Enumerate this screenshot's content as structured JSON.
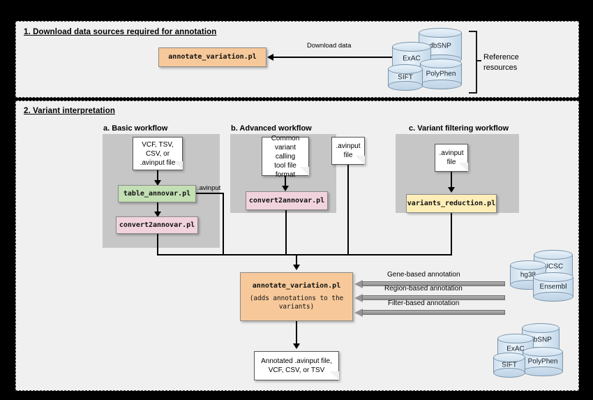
{
  "figure": {
    "background": "#000000",
    "panel_background": "#f0f0f0",
    "workflow_panel_background": "#c6c6c6"
  },
  "section1": {
    "title": "1. Download data sources required for annotation",
    "process": {
      "label": "annotate_variation.pl",
      "color": "#f7c99a"
    },
    "edge_label": "Download data",
    "bracket_label_line1": "Reference",
    "bracket_label_line2": "resources",
    "databases": [
      {
        "name": "dbSNP"
      },
      {
        "name": "ExAC"
      },
      {
        "name": "PolyPhen"
      },
      {
        "name": "SIFT"
      }
    ]
  },
  "section2": {
    "title": "2. Variant interpretation",
    "workflows": [
      {
        "title": "a. Basic workflow",
        "note": "VCF, TSV,\nCSV, or\n.avinput file",
        "boxes": [
          {
            "label": "table_annovar.pl",
            "color": "#c3dfb4"
          },
          {
            "label": "convert2annovar.pl",
            "color": "#f1d3de"
          }
        ],
        "edge_label": ".avinput"
      },
      {
        "title": "b. Advanced workflow",
        "note": "Common\nvariant calling\ntool file\nformat",
        "boxes": [
          {
            "label": "convert2annovar.pl",
            "color": "#f1d3de"
          }
        ],
        "side_note": ".avinput\nfile"
      },
      {
        "title": "c. Variant filtering workflow",
        "note": ".avinput\nfile",
        "boxes": [
          {
            "label": "variants_reduction.pl",
            "color": "#fdeeb8"
          }
        ]
      }
    ],
    "central": {
      "label": "annotate_variation.pl",
      "sublabel": "(adds annotations to the\nvariants)",
      "color": "#f7c99a"
    },
    "annotation_arrows": [
      {
        "label": "Gene-based annotation"
      },
      {
        "label": "Region-based annotation"
      },
      {
        "label": "Filter-based annotation"
      }
    ],
    "annotation_databases_top": [
      {
        "name": "UCSC"
      },
      {
        "name": "hg38"
      },
      {
        "name": "Ensembl"
      }
    ],
    "annotation_databases_bottom": [
      {
        "name": "dbSNP"
      },
      {
        "name": "ExAC"
      },
      {
        "name": "PolyPhen"
      },
      {
        "name": "SIFT"
      }
    ],
    "output": "Annotated .avinput file,\nVCF, CSV, or TSV"
  }
}
